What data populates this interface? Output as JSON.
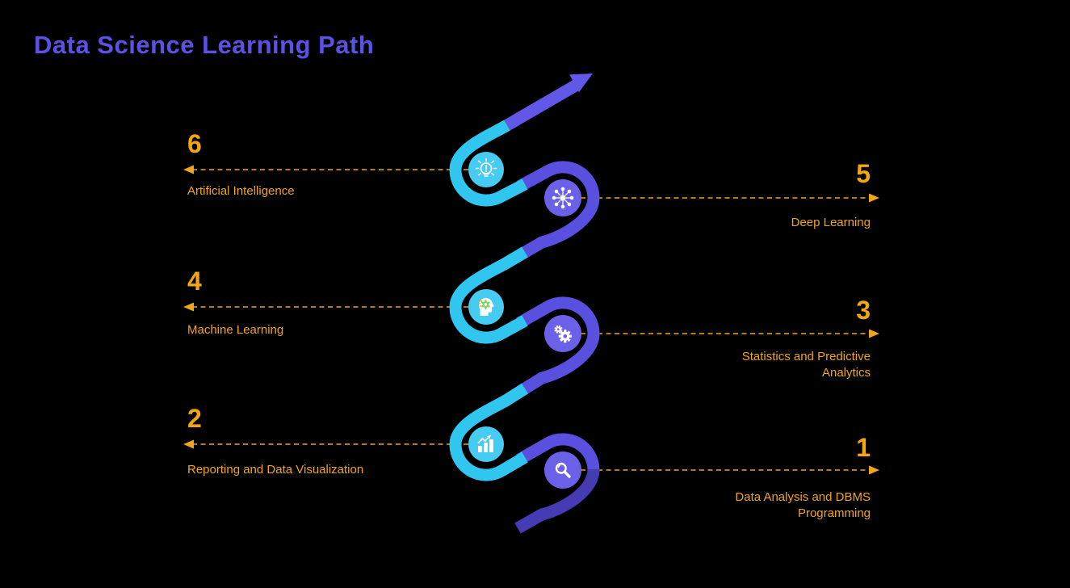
{
  "title": {
    "text": "Data Science Learning Path"
  },
  "steps": [
    {
      "num": "1",
      "label": "Data Analysis and DBMS Programming",
      "side": "right",
      "icon": "magnifier-icon"
    },
    {
      "num": "2",
      "label": "Reporting and Data Visualization",
      "side": "left",
      "icon": "bar-chart-icon"
    },
    {
      "num": "3",
      "label": "Statistics and Predictive Analytics",
      "side": "right",
      "icon": "gears-icon"
    },
    {
      "num": "4",
      "label": "Machine Learning",
      "side": "left",
      "icon": "head-gear-icon"
    },
    {
      "num": "5",
      "label": "Deep Learning",
      "side": "right",
      "icon": "network-icon"
    },
    {
      "num": "6",
      "label": "Artificial Intelligence",
      "side": "left",
      "icon": "lightbulb-icon"
    }
  ],
  "colors": {
    "background": "#000000",
    "title_purple": "#5B52E4",
    "path_cyan": "#30C6F0",
    "path_purple": "#5A50E0",
    "path_purple_dark": "#453BB3",
    "arrow_purple": "#6258E8",
    "icon_circle_cyan": "#46CCF3",
    "icon_circle_purple": "#6B61E8",
    "amber": "#F0A517",
    "icon_white": "#FFFFFF",
    "gear_green": "#7FD46A"
  }
}
